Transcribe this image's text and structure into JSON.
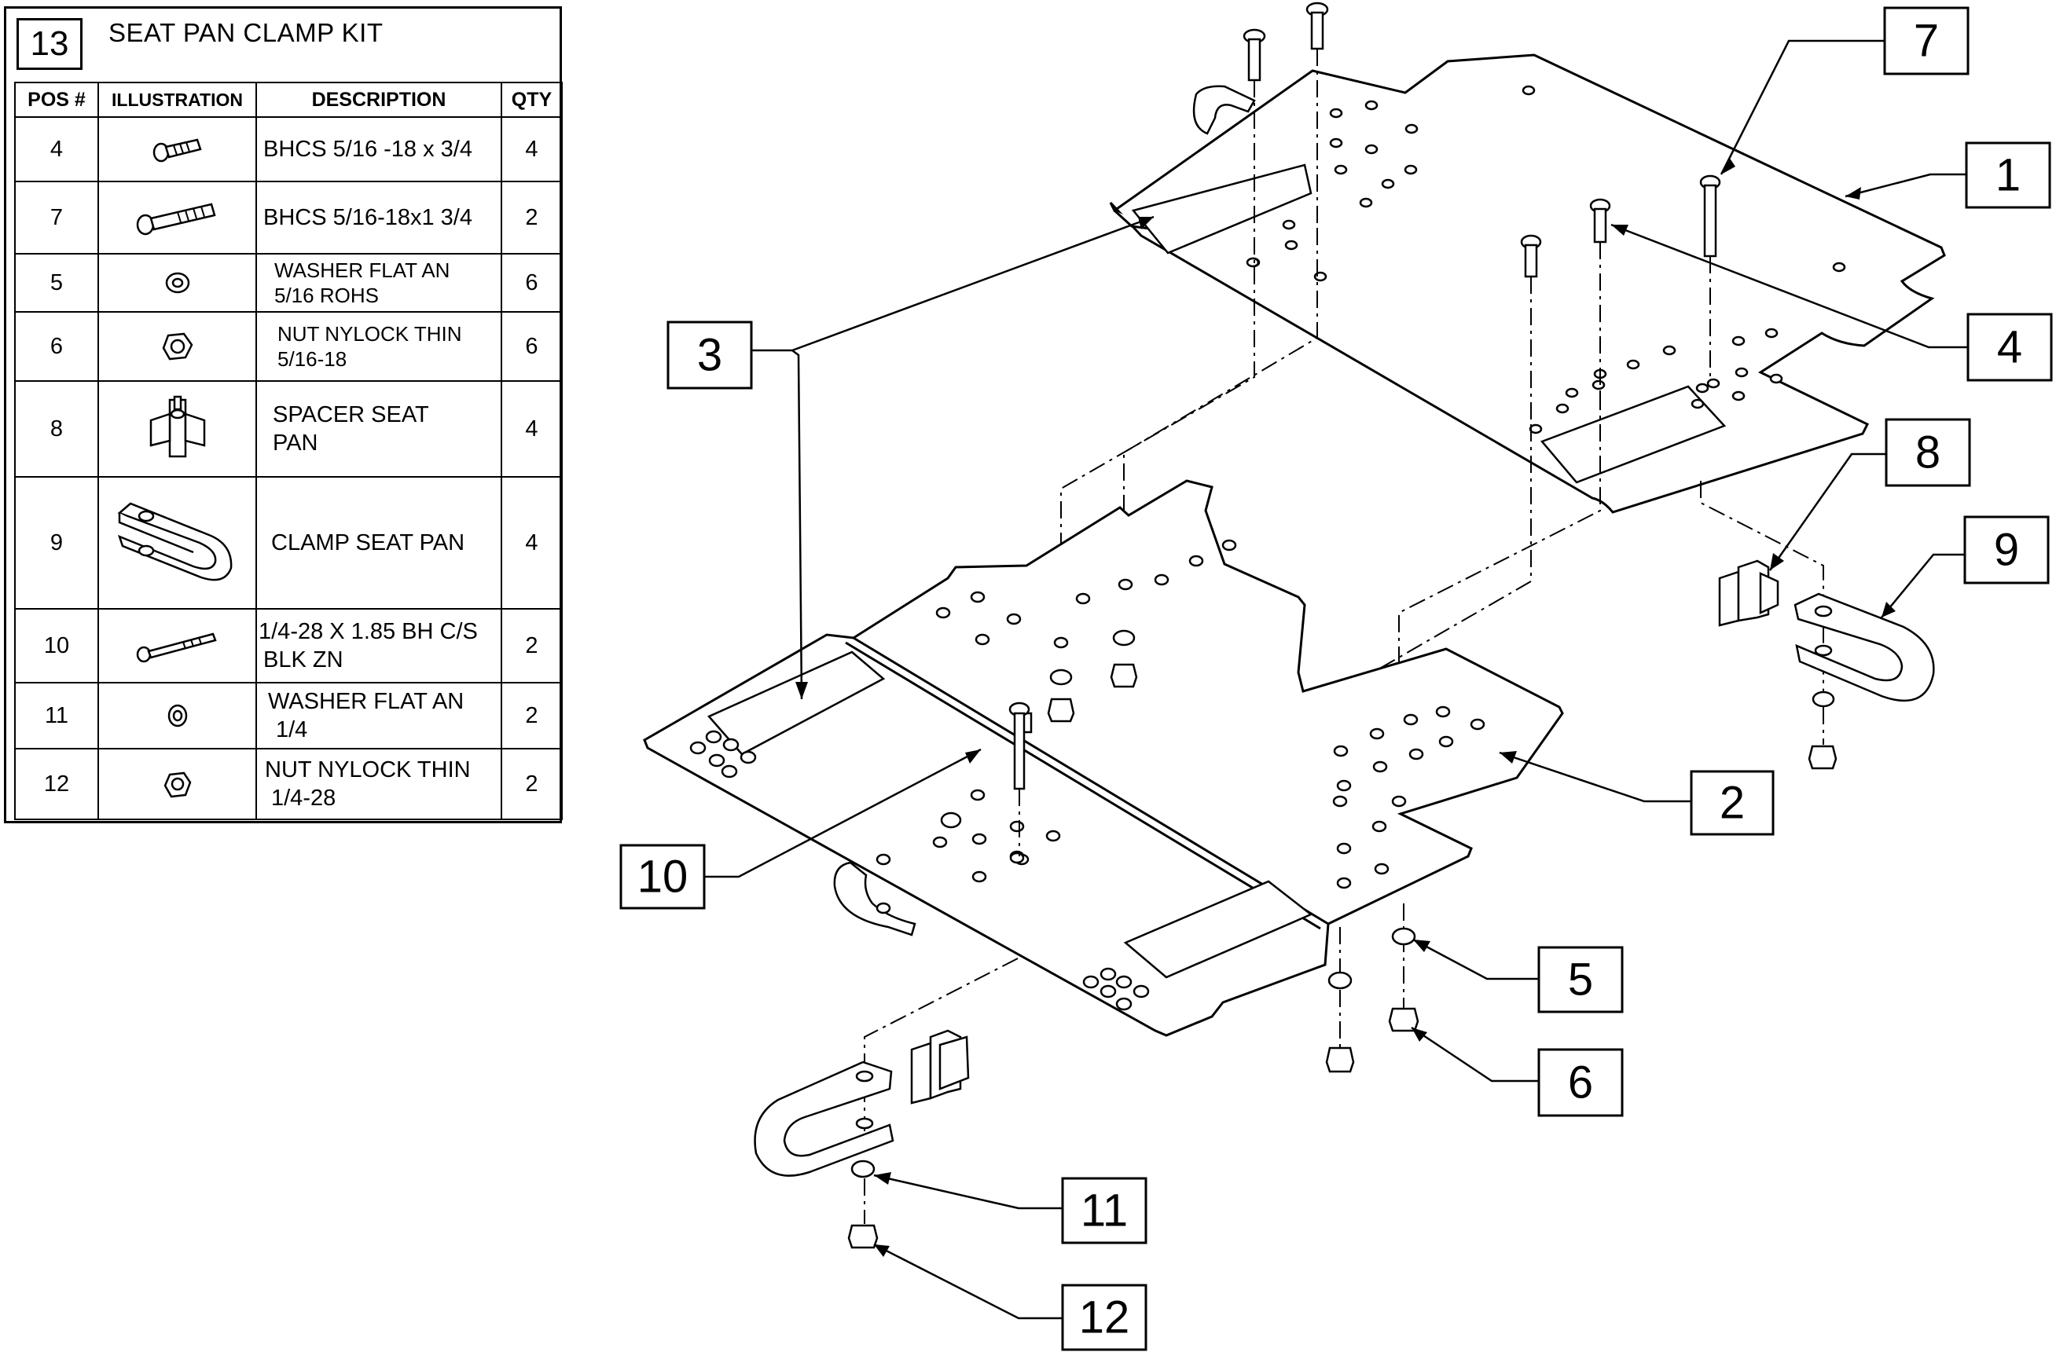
{
  "kit": {
    "number": "13",
    "title": "SEAT PAN CLAMP KIT"
  },
  "table": {
    "headers": {
      "pos": "POS #",
      "illustration": "ILLUSTRATION",
      "description": "DESCRIPTION",
      "qty": "QTY"
    },
    "rows": [
      {
        "pos": "4",
        "desc1": "BHCS 5/16 -18 x 3/4",
        "desc2": "",
        "qty": "4",
        "icon": "short-bolt-icon"
      },
      {
        "pos": "7",
        "desc1": "BHCS 5/16-18x1 3/4",
        "desc2": "",
        "qty": "2",
        "icon": "long-bolt-icon"
      },
      {
        "pos": "5",
        "desc1": "WASHER FLAT AN",
        "desc2": "5/16 ROHS",
        "qty": "6",
        "icon": "washer-icon"
      },
      {
        "pos": "6",
        "desc1": "NUT NYLOCK THIN",
        "desc2": "5/16-18",
        "qty": "6",
        "icon": "nut-icon"
      },
      {
        "pos": "8",
        "desc1": "SPACER SEAT",
        "desc2": "PAN",
        "qty": "4",
        "icon": "spacer-icon"
      },
      {
        "pos": "9",
        "desc1": "CLAMP SEAT PAN",
        "desc2": "",
        "qty": "4",
        "icon": "clamp-icon"
      },
      {
        "pos": "10",
        "desc1": "1/4-28 X 1.85 BH C/S",
        "desc2": "BLK ZN",
        "qty": "2",
        "icon": "screw-icon"
      },
      {
        "pos": "11",
        "desc1": "WASHER FLAT AN",
        "desc2": "1/4",
        "qty": "2",
        "icon": "small-washer-icon"
      },
      {
        "pos": "12",
        "desc1": "NUT NYLOCK THIN",
        "desc2": "1/4-28",
        "qty": "2",
        "icon": "small-nut-icon"
      }
    ]
  },
  "callouts": {
    "c1": "1",
    "c2": "2",
    "c3": "3",
    "c4": "4",
    "c5": "5",
    "c6": "6",
    "c7": "7",
    "c8": "8",
    "c9": "9",
    "c10": "10",
    "c11": "11",
    "c12": "12"
  }
}
